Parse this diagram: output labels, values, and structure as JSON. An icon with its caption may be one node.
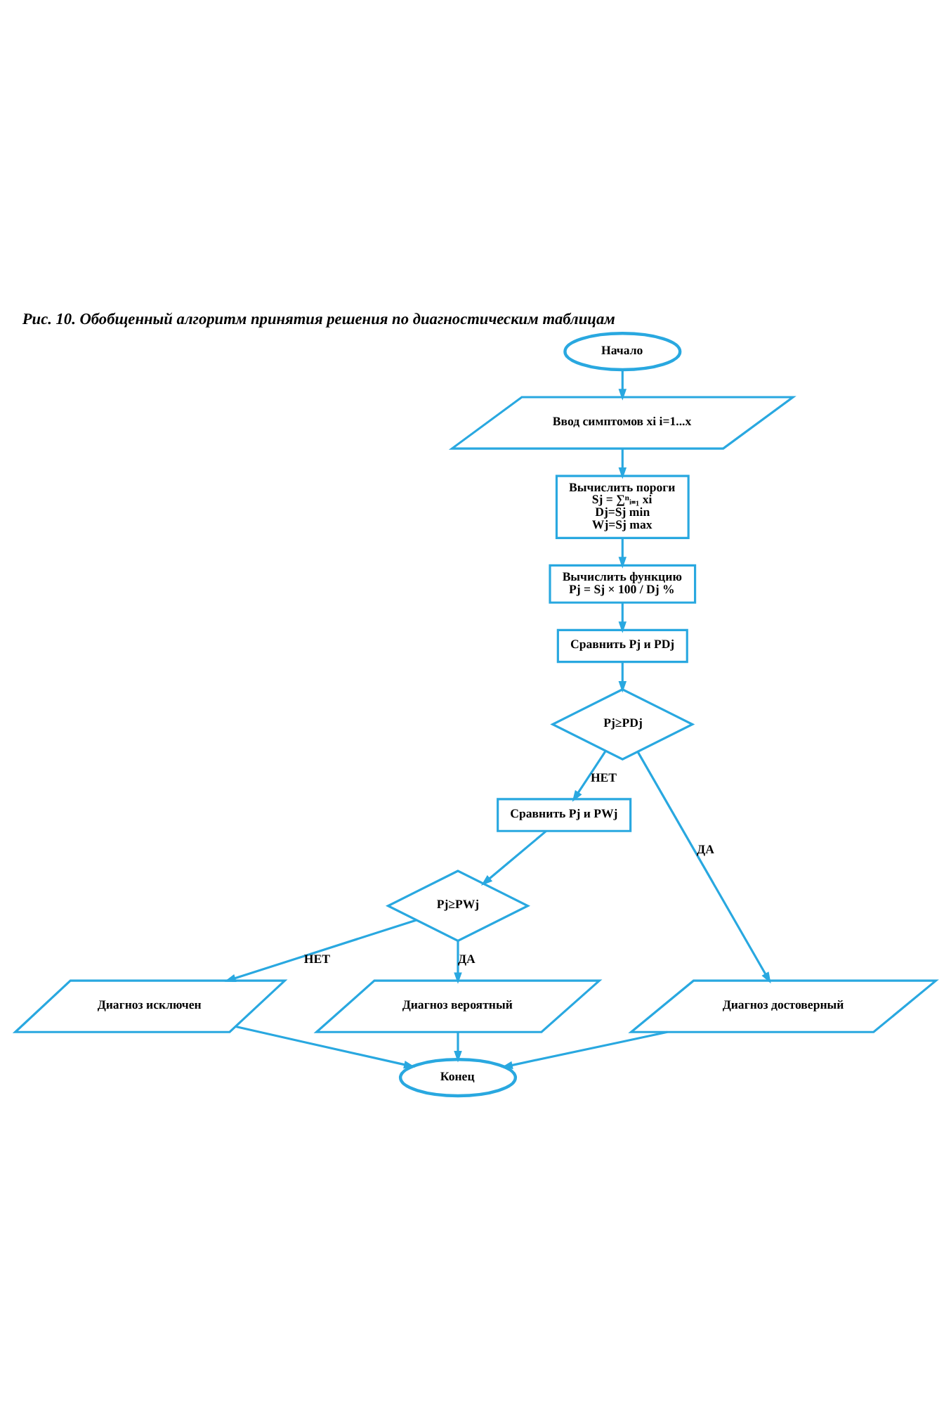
{
  "diagram": {
    "title": "Рис. 10. Обобщенный алгоритм принятия решения по диагностическим таблицам",
    "nodes": [
      {
        "text": [
          "Начало"
        ]
      },
      {
        "text": [
          "Ввод симптомов xi i=1...x"
        ]
      },
      {
        "text": [
          "Вычислить пороги",
          "Sj = ∑ⁿᵢ₌₁ xi",
          "Dj=Sj min",
          "Wj=Sj max"
        ]
      },
      {
        "text": [
          "Вычислить функцию",
          "Pj = Sj × 100 / Dj %"
        ]
      },
      {
        "text": [
          "Сравнить Pj и PDj"
        ]
      },
      {
        "text": [
          "Pj≥PDj"
        ]
      },
      {
        "text": [
          "Сравнить Pj и PWj"
        ]
      },
      {
        "text": [
          "Pj≥PWj"
        ]
      },
      {
        "text": [
          "Диагноз исключен"
        ]
      },
      {
        "text": [
          "Диагноз вероятный"
        ]
      },
      {
        "text": [
          "Диагноз достоверный"
        ]
      },
      {
        "text": [
          "Конец"
        ]
      }
    ],
    "edges": [
      {
        "from": 0,
        "to": 1,
        "arrow": "to"
      },
      {
        "from": 1,
        "to": 2,
        "arrow": "to"
      },
      {
        "from": 2,
        "to": 3,
        "arrow": "to"
      },
      {
        "from": 3,
        "to": 4,
        "arrow": "to"
      },
      {
        "from": 4,
        "to": 5,
        "arrow": "to"
      },
      {
        "from": 5,
        "to": 6,
        "arrow": "to",
        "label": "НЕТ"
      },
      {
        "from": 5,
        "to": 10,
        "arrow": "to",
        "label": "ДА"
      },
      {
        "from": 6,
        "to": 7,
        "arrow": "to"
      },
      {
        "from": 7,
        "to": 8,
        "arrow": "to",
        "label": "НЕТ"
      },
      {
        "from": 7,
        "to": 9,
        "arrow": "to",
        "label": "ДА"
      },
      {
        "from": 8,
        "to": 11,
        "arrow": "to"
      },
      {
        "from": 9,
        "to": 11,
        "arrow": "to"
      },
      {
        "from": 10,
        "to": 11,
        "arrow": "to"
      }
    ]
  }
}
